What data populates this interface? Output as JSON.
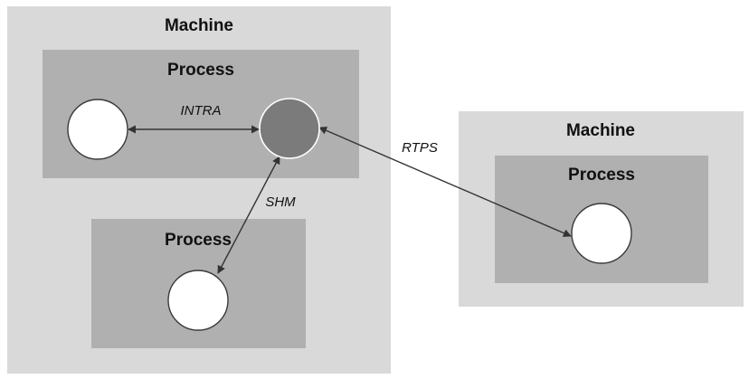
{
  "machines": [
    {
      "title": "Machine",
      "processes": [
        {
          "title": "Process"
        },
        {
          "title": "Process"
        }
      ]
    },
    {
      "title": "Machine",
      "processes": [
        {
          "title": "Process"
        }
      ]
    }
  ],
  "edges": [
    {
      "label": "INTRA",
      "directed": "both"
    },
    {
      "label": "SHM",
      "directed": "both"
    },
    {
      "label": "RTPS",
      "directed": "both"
    }
  ],
  "colors": {
    "machine_fill": "#d9d9d9",
    "process_fill": "#b0b0b0",
    "participant_node": "#ffffff",
    "highlighted_node": "#7b7b7b",
    "edge": "#333333"
  }
}
